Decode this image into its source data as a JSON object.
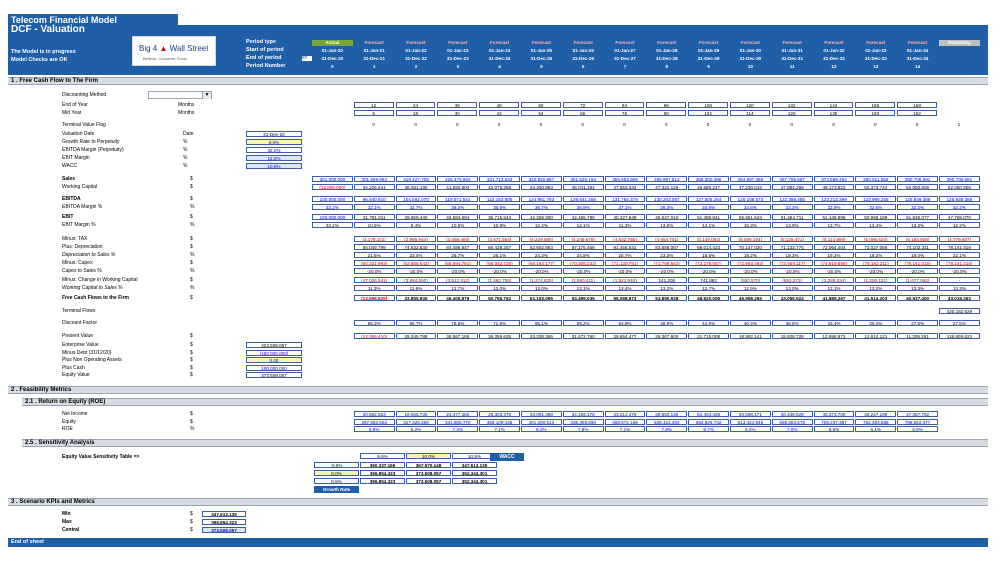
{
  "title": "Telecom Financial Model",
  "subtitle": "DCF - Valuation",
  "status": [
    "The Model is in progress",
    "Model Checks are OK"
  ],
  "logo": {
    "name": "Big 4 Wall Street",
    "brand_left": "Big 4",
    "brand_right": "Wall Street",
    "tagline": "Believe, Conceive, Excel"
  },
  "header_labels": [
    "Period type",
    "Start of period",
    "End of period",
    "Period Number"
  ],
  "end_badge": "##",
  "period_types": [
    "Actual",
    "Forecast",
    "Forecast",
    "Forecast",
    "Forecast",
    "Forecast",
    "Forecast",
    "Forecast",
    "Forecast",
    "Forecast",
    "Forecast",
    "Forecast",
    "Forecast",
    "Forecast",
    "Forecast",
    "Perpetuity"
  ],
  "start_dates": [
    "01-Jan-20",
    "01-Jan-21",
    "01-Jan-22",
    "01-Jan-23",
    "01-Jan-24",
    "01-Jan-25",
    "01-Jan-26",
    "01-Jan-27",
    "01-Jan-28",
    "01-Jan-29",
    "01-Jan-30",
    "01-Jan-31",
    "01-Jan-32",
    "01-Jan-33",
    "01-Jan-34"
  ],
  "end_dates": [
    "31-Dec-20",
    "31-Dec-21",
    "31-Dec-22",
    "31-Dec-23",
    "31-Dec-24",
    "31-Dec-25",
    "31-Dec-26",
    "31-Dec-27",
    "31-Dec-28",
    "31-Dec-29",
    "31-Dec-30",
    "31-Dec-31",
    "31-Dec-32",
    "31-Dec-33",
    "31-Dec-34"
  ],
  "period_numbers": [
    "0",
    "1",
    "2",
    "3",
    "4",
    "5",
    "6",
    "7",
    "8",
    "9",
    "10",
    "11",
    "12",
    "13",
    "14"
  ],
  "sections": {
    "fcf": "1 .  Free Cash Flow to The Firm",
    "feasibility": "2 .  Feasibility Metrics",
    "roe": "2.1 .  Return on Equity (ROE)",
    "sensitivity": "2.5 .  Sensitivity Analysis",
    "scenario": "3 .  Scenario KPIs and Metrics"
  },
  "discounting_method_label": "Discounting Method",
  "discounting_method_value": "",
  "params": [
    {
      "label": "End of Year",
      "unit": "Months"
    },
    {
      "label": "Mid Year",
      "unit": "Months"
    },
    {
      "label": "Terminal Value Flag",
      "unit": ""
    }
  ],
  "end_of_year": [
    "12",
    "24",
    "36",
    "48",
    "60",
    "72",
    "84",
    "96",
    "108",
    "120",
    "132",
    "144",
    "156",
    "168"
  ],
  "mid_year": [
    "6",
    "18",
    "30",
    "42",
    "54",
    "66",
    "78",
    "90",
    "102",
    "114",
    "126",
    "138",
    "150",
    "162"
  ],
  "tv_flag": [
    "0",
    "0",
    "0",
    "0",
    "0",
    "0",
    "0",
    "0",
    "0",
    "0",
    "0",
    "0",
    "0",
    "0",
    "1"
  ],
  "assumptions": [
    {
      "label": "Valuation Date",
      "unit": "Date",
      "value": "31-Dec-20"
    },
    {
      "label": "Growth Rate to Perpetuity",
      "unit": "%",
      "value": "0.0%"
    },
    {
      "label": "EBITDA Margin (Perpetuity)",
      "unit": "%",
      "value": "32.2%"
    },
    {
      "label": "EBIT Margin",
      "unit": "%",
      "value": "12.2%"
    },
    {
      "label": "WACC",
      "unit": "%",
      "value": "10.0%"
    }
  ],
  "rows": [
    {
      "label": "Sales",
      "unit": "$",
      "values": [
        "301,000,000",
        "301,659,964",
        "319,427,708",
        "328,475,903",
        "331,713,643",
        "340,820,887",
        "351,526,164",
        "355,653,906",
        "358,997,813",
        "366,300,286",
        "364,987,466",
        "367,795,587",
        "374,599,494",
        "380,011,555",
        "390,706,591",
        "390,706,591"
      ]
    },
    {
      "label": "Working Capital",
      "unit": "$",
      "values": [
        "(12,800,000)",
        "34,226,541",
        "38,081,190",
        "41,593,603",
        "43,078,358",
        "44,450,963",
        "46,041,394",
        "47,563,334",
        "47,422,129",
        "46,680,247",
        "47,230,016",
        "47,884,289",
        "49,173,623",
        "50,373,744",
        "52,050,806",
        "52,050,806"
      ]
    },
    {
      "label": "EBITDA",
      "unit": "$",
      "values": [
        "100,000,000",
        "96,840,810",
        "104,592,070",
        "119,071,541",
        "122,153,800",
        "124,961,783",
        "129,641,258",
        "131,784,379",
        "130,203,097",
        "127,505,264",
        "126,108,573",
        "122,398,485",
        "123,213,399",
        "123,995,255",
        "125,939,388",
        "125,939,388"
      ]
    },
    {
      "label": "EBITDA Margin %",
      "unit": "%",
      "values": [
        "33.2%",
        "32.1%",
        "32.7%",
        "36.2%",
        "36.8%",
        "36.7%",
        "36.9%",
        "37.1%",
        "36.3%",
        "34.8%",
        "34.6%",
        "33.3%",
        "32.9%",
        "32.6%",
        "32.2%",
        "32.2%"
      ]
    },
    {
      "label": "EBIT",
      "unit": "$",
      "values": [
        "100,000,000",
        "31,791,011",
        "29,959,440",
        "34,584,694",
        "35,715,544",
        "42,298,900",
        "42,465,790",
        "40,327,848",
        "46,547,010",
        "51,490,841",
        "55,961,543",
        "51,264,711",
        "51,148,995",
        "50,966,199",
        "51,836,077",
        "47,798,070"
      ]
    },
    {
      "label": "EBIT Margin %",
      "unit": "%",
      "values": [
        "33.2%",
        "10.5%",
        "9.4%",
        "10.5%",
        "10.8%",
        "12.4%",
        "12.1%",
        "11.3%",
        "13.0%",
        "14.1%",
        "15.3%",
        "13.9%",
        "13.7%",
        "13.4%",
        "13.3%",
        "12.2%"
      ]
    },
    {
      "label": "Minus: TAX",
      "unit": "$",
      "values": [
        "",
        "(3,179,101)",
        "(2,995,944)",
        "(3,458,469)",
        "(3,571,554)",
        "(4,229,890)",
        "(4,246,579)",
        "(4,032,785)",
        "(4,654,701)",
        "(5,149,084)",
        "(5,596,154)",
        "(5,126,471)",
        "(5,114,899)",
        "(5,096,620)",
        "(5,183,608)",
        "(4,779,807)"
      ]
    },
    {
      "label": "Plus: Depreciation",
      "unit": "$",
      "values": [
        "",
        "65,049,799",
        "74,632,630",
        "84,486,847",
        "86,438,257",
        "82,662,883",
        "87,175,468",
        "91,456,531",
        "83,656,087",
        "68,014,423",
        "70,147,030",
        "71,133,775",
        "72,064,404",
        "73,027,056",
        "74,103,311",
        "78,141,318"
      ]
    },
    {
      "label": "Depreciation to Sales %",
      "unit": "%",
      "values": [
        "",
        "21.6%",
        "23.4%",
        "25.7%",
        "26.1%",
        "24.3%",
        "24.8%",
        "25.7%",
        "23.3%",
        "18.6%",
        "19.2%",
        "19.3%",
        "19.2%",
        "19.2%",
        "19.0%",
        "22.1%"
      ]
    },
    {
      "label": "Minus: Capex",
      "unit": "$",
      "values": [
        "",
        "(60,331,993)",
        "(63,885,542)",
        "(65,694,781)",
        "(66,342,729)",
        "(68,164,177)",
        "(70,305,233)",
        "(71,130,781)",
        "(71,799,563)",
        "(73,278,057)",
        "(72,993,493)",
        "(73,559,117)",
        "(74,919,899)",
        "(76,182,311)",
        "(78,141,318)",
        "(78,141,318)"
      ]
    },
    {
      "label": "Capex to Sales %",
      "unit": "%",
      "values": [
        "",
        "-20.0%",
        "-20.0%",
        "-20.0%",
        "-20.0%",
        "-20.0%",
        "-20.0%",
        "-20.0%",
        "-20.0%",
        "-20.0%",
        "-20.0%",
        "-20.0%",
        "-20.0%",
        "-20.0%",
        "-20.0%",
        "-20.0%"
      ]
    },
    {
      "label": "Minus: Change in Working Capital",
      "unit": "$",
      "values": [
        "",
        "(47,026,541)",
        "(3,854,650)",
        "(3,512,412)",
        "(1,482,755)",
        "(1,374,825)",
        "(1,590,411)",
        "(1,521,940)",
        "141,205",
        "741,882",
        "(550,570)",
        "(653,273)",
        "(1,289,334)",
        "(1,200,121)",
        "(1,677,062)",
        "-"
      ]
    },
    {
      "label": "Working Capital to Sales %",
      "unit": "%",
      "values": [
        "",
        "11.3%",
        "11.9%",
        "12.7%",
        "13.0%",
        "13.0%",
        "13.1%",
        "13.4%",
        "13.2%",
        "12.7%",
        "12.9%",
        "13.0%",
        "13.1%",
        "13.2%",
        "13.3%",
        "13.3%"
      ]
    },
    {
      "label": "Free Cash Flows to the Firm",
      "unit": "$",
      "values": [
        "",
        "(13,696,825)",
        "33,855,935",
        "46,405,879",
        "50,756,762",
        "51,193,095",
        "53,499,035",
        "55,098,873",
        "53,890,938",
        "48,820,006",
        "46,968,256",
        "43,059,524",
        "41,889,267",
        "41,514,203",
        "40,937,400",
        "43,018,263"
      ]
    },
    {
      "label": "Terminal Flows",
      "unit": "",
      "values": [
        "",
        "",
        "",
        "",
        "",
        "",
        "",
        "",
        "",
        "",
        "",
        "",
        "",
        "",
        "",
        "430,182,629"
      ]
    },
    {
      "label": "Discount Factor",
      "unit": "",
      "values": [
        "",
        "95.3%",
        "86.7%",
        "78.8%",
        "71.6%",
        "65.1%",
        "59.2%",
        "53.8%",
        "48.9%",
        "44.5%",
        "40.4%",
        "36.8%",
        "33.4%",
        "30.4%",
        "27.6%",
        "27.6%"
      ]
    },
    {
      "label": "Present Value",
      "unit": "$",
      "values": [
        "",
        "(13,059,410)",
        "29,345,788",
        "36,567,165",
        "36,359,635",
        "33,338,365",
        "31,672,760",
        "29,654,477",
        "26,367,600",
        "21,715,008",
        "18,992,141",
        "15,828,728",
        "13,998,873",
        "12,612,121",
        "11,306,261",
        "118,809,623"
      ]
    }
  ],
  "enterprise": [
    {
      "label": "Enterprise Value",
      "unit": "$",
      "value": "423,508,057"
    },
    {
      "label": "Minus Debt (31/12/20)",
      "unit": "$",
      "value": "(150,000,000)"
    },
    {
      "label": "Plus Non Operating Assets",
      "unit": "$",
      "value": "0.00"
    },
    {
      "label": "Plus Cash",
      "unit": "$",
      "value": "100,000,000"
    },
    {
      "label": "Equity Value",
      "unit": "$",
      "value": "373,508,057"
    }
  ],
  "roe_rows": [
    {
      "label": "Net Income",
      "unit": "$",
      "values": [
        "20,562,553",
        "19,565,735",
        "24,477,482",
        "26,303,375",
        "33,091,368",
        "34,159,176",
        "33,212,478",
        "39,850,136",
        "54,404,428",
        "50,598,171",
        "46,438,829",
        "46,373,709",
        "46,247,199",
        "47,067,792"
      ]
    },
    {
      "label": "Equity",
      "unit": "$",
      "values": [
        "297,562,553",
        "317,328,288",
        "341,805,770",
        "368,109,145",
        "401,200,513",
        "435,359,690",
        "468,572,168",
        "508,422,304",
        "562,826,732",
        "613,424,849",
        "659,863,678",
        "706,237,387",
        "752,484,586",
        "799,552,377"
      ]
    },
    {
      "label": "ROE",
      "unit": "%",
      "values": [
        "6.9%",
        "6.2%",
        "7.2%",
        "7.1%",
        "8.2%",
        "7.8%",
        "7.1%",
        "7.8%",
        "9.7%",
        "8.2%",
        "7.0%",
        "6.6%",
        "6.1%",
        "5.9%"
      ]
    }
  ],
  "sensitivity": {
    "label": "Equity Value Sensitivity Table =>",
    "wacc_header": "WACC",
    "growth_label": "Growth Rate",
    "wacc_values": [
      "9.5%",
      "10.0%",
      "10.5%"
    ],
    "growth_values": [
      "-0.5%",
      "0.0%",
      "0.5%"
    ],
    "table": [
      [
        "390,337,166",
        "367,970,148",
        "347,613,135"
      ],
      [
        "396,854,323",
        "373,508,057",
        "352,344,301"
      ],
      [
        "396,854,323",
        "373,508,057",
        "352,344,301"
      ]
    ]
  },
  "scenario": [
    {
      "label": "Min",
      "unit": "$",
      "value": "347,613,135"
    },
    {
      "label": "Max",
      "unit": "$",
      "value": "396,854,323"
    },
    {
      "label": "Central",
      "unit": "$",
      "value": "373,508,057"
    }
  ],
  "end_of_sheet": "End of sheet",
  "colors": {
    "header_blue": "#1f5fa8",
    "actual_green": "#78a63c",
    "negative_red": "#cc0000",
    "input_blue": "#0000cc",
    "input_yellow": "#fff3b0"
  }
}
